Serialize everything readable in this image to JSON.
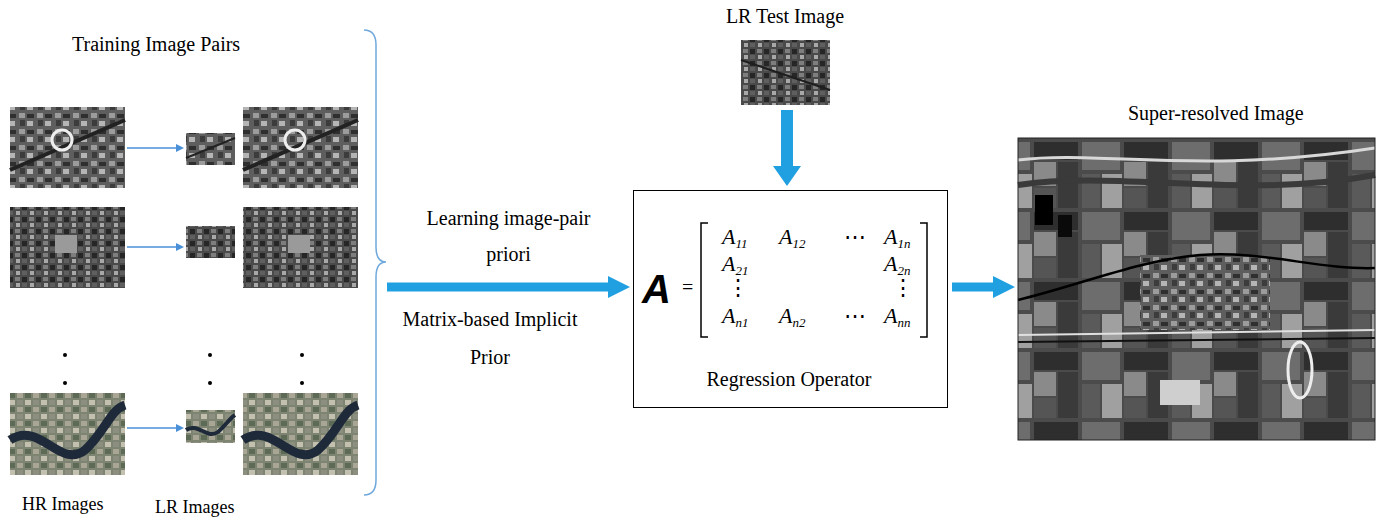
{
  "diagram": {
    "nodes": [
      {
        "text": [
          "Training Image Pairs"
        ]
      },
      {
        "text": [
          "LR Test Image"
        ]
      },
      {
        "text": [
          "A",
          "=",
          "A11",
          "A12",
          "⋯",
          "A1n",
          "A21",
          "A2n",
          "⋮",
          "⋮",
          "An1",
          "An2",
          "⋯",
          "Ann",
          "Regression Operator"
        ]
      },
      {
        "text": [
          "Super-resolved Image"
        ]
      }
    ],
    "edges": [
      {
        "from": 0,
        "to": 2,
        "arrow": "to",
        "label": "Learning image-pair priori"
      },
      {
        "from": 1,
        "to": 2,
        "arrow": "to"
      },
      {
        "from": 2,
        "to": 3,
        "arrow": "to"
      }
    ],
    "labels": [
      "HR Images",
      "LR Images",
      "Matrix-based Implicit Prior"
    ]
  }
}
